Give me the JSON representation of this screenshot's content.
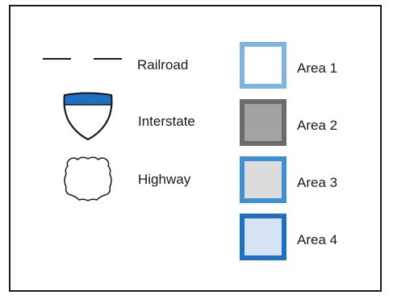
{
  "legend": {
    "lines": [
      {
        "label": "Railroad",
        "icon": "railroad-dashed-line-icon",
        "color": "#1a1a1a"
      },
      {
        "label": "Interstate",
        "icon": "interstate-shield-icon",
        "color": "#1f6fc2"
      },
      {
        "label": "Highway",
        "icon": "highway-shield-icon",
        "color": "#1a1a1a"
      }
    ],
    "areas": [
      {
        "label": "Area 1",
        "border_color": "#7fb3e0",
        "fill_color": "#ffffff"
      },
      {
        "label": "Area 2",
        "border_color": "#6b6b6b",
        "fill_color": "#a3a3a3"
      },
      {
        "label": "Area 3",
        "border_color": "#3f8fd4",
        "fill_color": "#dcdcdc"
      },
      {
        "label": "Area 4",
        "border_color": "#1f6fc2",
        "fill_color": "#d6e3f5"
      }
    ]
  }
}
